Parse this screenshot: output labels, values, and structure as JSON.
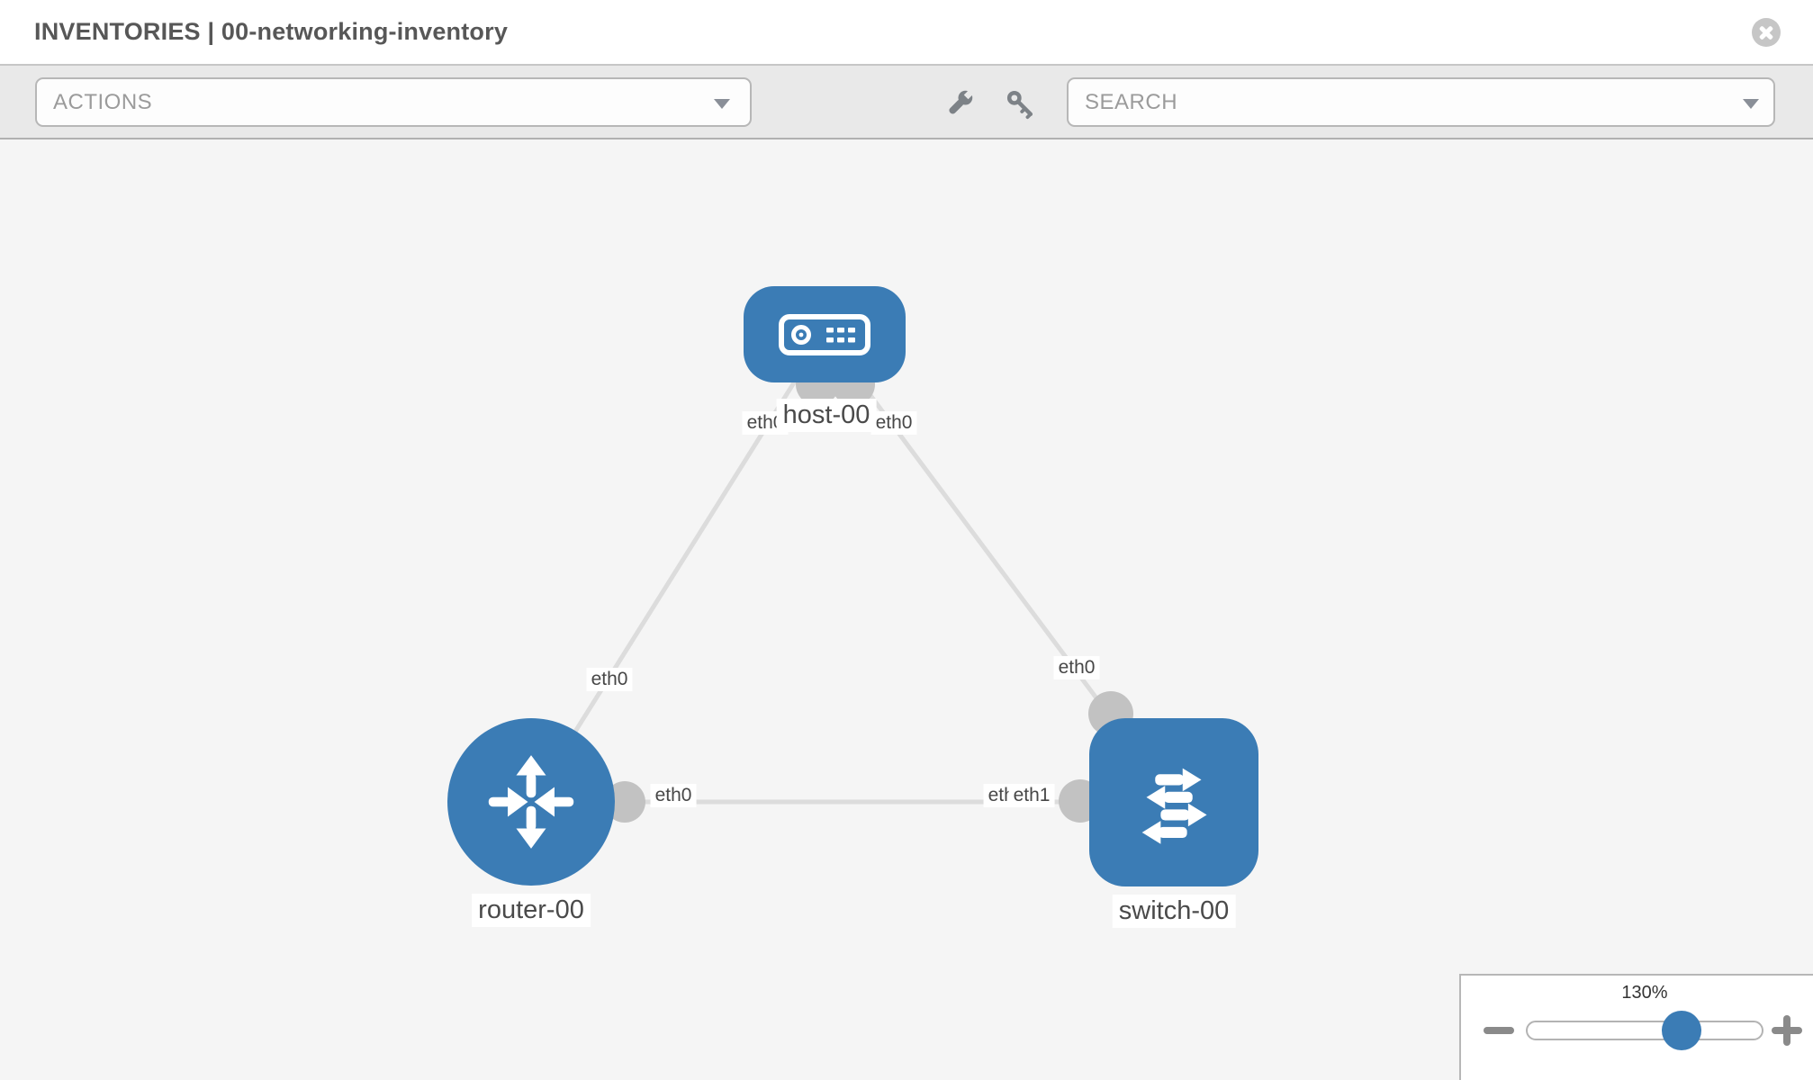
{
  "header": {
    "title": "INVENTORIES | 00-networking-inventory",
    "close_icon": "times-circle"
  },
  "toolbar": {
    "actions_placeholder": "ACTIONS",
    "search_placeholder": "SEARCH",
    "icons": {
      "left": "wrench-icon",
      "right": "key-icon"
    }
  },
  "canvas": {
    "nodes": [
      {
        "id": "host-00",
        "type": "host",
        "label": "host-00",
        "icon": "server-icon"
      },
      {
        "id": "router-00",
        "type": "router",
        "label": "router-00",
        "icon": "route-arrows-icon"
      },
      {
        "id": "switch-00",
        "type": "switch",
        "label": "switch-00",
        "icon": "exchange-arrows-icon"
      }
    ],
    "edges": [
      {
        "from": "router-00",
        "to": "host-00",
        "from_interface": "eth0",
        "to_interface": "eth0"
      },
      {
        "from": "host-00",
        "to": "switch-00",
        "from_interface": "eth0",
        "to_interface": "eth0"
      },
      {
        "from": "router-00",
        "to": "switch-00",
        "from_interface": "eth0",
        "to_interface": "eth1"
      }
    ],
    "interface_labels": [
      {
        "text": "eth0"
      },
      {
        "text": "eth0"
      },
      {
        "text": "eth0"
      },
      {
        "text": "eth0"
      },
      {
        "text": "eth0"
      },
      {
        "text": "eth0"
      },
      {
        "text": "eth1"
      }
    ],
    "colors": {
      "node_blue": "#3b7cb5",
      "edge_gray": "#dcdcdc",
      "connector_gray": "#c2c2c2",
      "canvas_bg": "#f5f5f5"
    }
  },
  "zoom_control": {
    "level": "130%",
    "minus_icon": "minus",
    "plus_icon": "plus"
  }
}
